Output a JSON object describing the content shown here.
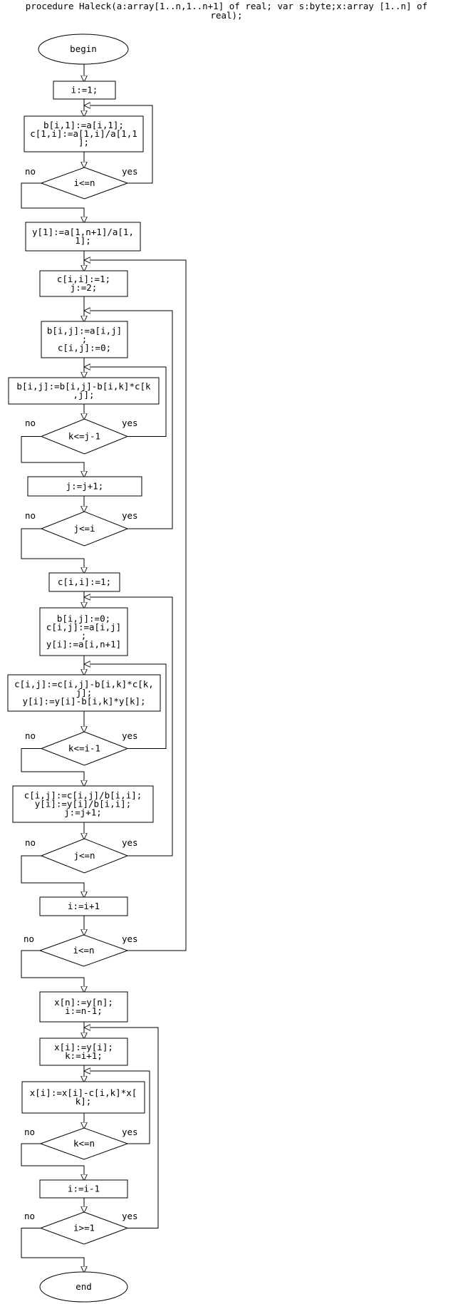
{
  "title": {
    "line1": "procedure Haleck(a:array[1..n,1..n+1] of real; var s:byte;x:array [1..n] of",
    "line2": "real);"
  },
  "labels": {
    "yes": "yes",
    "no": "no"
  },
  "nodes": [
    {
      "id": "begin",
      "kind": "terminal",
      "lines": [
        "begin"
      ]
    },
    {
      "id": "n1",
      "kind": "process",
      "lines": [
        "i:=1;"
      ]
    },
    {
      "id": "n2",
      "kind": "process",
      "lines": [
        "b[i,1]:=a[i,1];",
        "c[1,i]:=a[1,i]/a[1,1",
        "];"
      ]
    },
    {
      "id": "d1",
      "kind": "decision",
      "lines": [
        "i<=n"
      ]
    },
    {
      "id": "n3",
      "kind": "process",
      "lines": [
        "y[1]:=a[1,n+1]/a[1,",
        "1];"
      ]
    },
    {
      "id": "n4",
      "kind": "process",
      "lines": [
        "c[i,i]:=1;",
        "j:=2;"
      ]
    },
    {
      "id": "n5",
      "kind": "process",
      "lines": [
        "b[i,j]:=a[i,j]",
        ";",
        "c[i,j]:=0;"
      ]
    },
    {
      "id": "n6",
      "kind": "process",
      "lines": [
        "b[i,j]:=b[i,j]-b[i,k]*c[k",
        ",j];"
      ]
    },
    {
      "id": "d2",
      "kind": "decision",
      "lines": [
        "k<=j-1"
      ]
    },
    {
      "id": "n7",
      "kind": "process",
      "lines": [
        "j:=j+1;"
      ]
    },
    {
      "id": "d3",
      "kind": "decision",
      "lines": [
        "j<=i"
      ]
    },
    {
      "id": "n8",
      "kind": "process",
      "lines": [
        "c[i,i]:=1;"
      ]
    },
    {
      "id": "n9",
      "kind": "process",
      "lines": [
        "b[i,j]:=0;",
        "c[i,j]:=a[i,j]",
        ";",
        "y[i]:=a[i,n+1]"
      ]
    },
    {
      "id": "n10",
      "kind": "process",
      "lines": [
        "c[i,j]:=c[i,j]-b[i,k]*c[k,",
        "j];",
        "y[i]:=y[i]-b[i,k]*y[k];"
      ]
    },
    {
      "id": "d4",
      "kind": "decision",
      "lines": [
        "k<=i-1"
      ]
    },
    {
      "id": "n11",
      "kind": "process",
      "lines": [
        "c[i,j]:=c[i,j]/b[i,i];",
        "y[i]:=y[i]/b[i,i];",
        "j:=j+1;"
      ]
    },
    {
      "id": "d5",
      "kind": "decision",
      "lines": [
        "j<=n"
      ]
    },
    {
      "id": "n12",
      "kind": "process",
      "lines": [
        "i:=i+1"
      ]
    },
    {
      "id": "d6",
      "kind": "decision",
      "lines": [
        "i<=n"
      ]
    },
    {
      "id": "n13",
      "kind": "process",
      "lines": [
        "x[n]:=y[n];",
        "i:=n-1;"
      ]
    },
    {
      "id": "n14",
      "kind": "process",
      "lines": [
        "x[i]:=y[i];",
        "k:=i+1;"
      ]
    },
    {
      "id": "n15",
      "kind": "process",
      "lines": [
        "x[i]:=x[i]-c[i,k]*x[",
        "k];"
      ]
    },
    {
      "id": "d7",
      "kind": "decision",
      "lines": [
        "k<=n"
      ]
    },
    {
      "id": "n16",
      "kind": "process",
      "lines": [
        "i:=i-1"
      ]
    },
    {
      "id": "d8",
      "kind": "decision",
      "lines": [
        "i>=1"
      ]
    },
    {
      "id": "end",
      "kind": "terminal",
      "lines": [
        "end"
      ]
    }
  ]
}
